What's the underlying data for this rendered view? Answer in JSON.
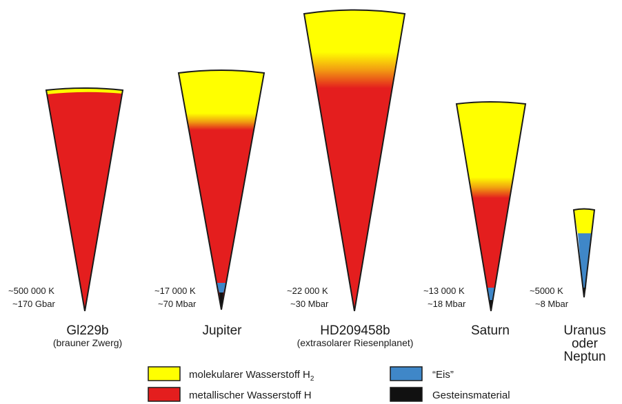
{
  "colors": {
    "molecular_h2": "#ffff00",
    "metallic_h": "#e41e1e",
    "ice": "#3f87c8",
    "rock": "#111111",
    "outline": "#1a1a1a"
  },
  "planets": [
    {
      "name": "Gl229b",
      "subtitle": "(brauner Zwerg)",
      "temperature": "~500 000 K",
      "pressure": "~170 Gbar",
      "layers": [
        "molekularer Wasserstoff",
        "metallischer Wasserstoff"
      ]
    },
    {
      "name": "Jupiter",
      "subtitle": "",
      "temperature": "~17 000 K",
      "pressure": "~70 Mbar",
      "layers": [
        "molekularer Wasserstoff",
        "metallischer Wasserstoff",
        "Eis",
        "Gesteinsmaterial"
      ]
    },
    {
      "name": "HD209458b",
      "subtitle": "(extrasolarer Riesenplanet)",
      "temperature": "~22 000 K",
      "pressure": "~30 Mbar",
      "layers": [
        "molekularer Wasserstoff",
        "metallischer Wasserstoff"
      ]
    },
    {
      "name": "Saturn",
      "subtitle": "",
      "temperature": "~13 000 K",
      "pressure": "~18 Mbar",
      "layers": [
        "molekularer Wasserstoff",
        "metallischer Wasserstoff",
        "Eis",
        "Gesteinsmaterial"
      ]
    },
    {
      "name": "Uranus",
      "name_line2": "oder",
      "name_line3": "Neptun",
      "subtitle": "",
      "temperature": "~5000 K",
      "pressure": "~8 Mbar",
      "layers": [
        "molekularer Wasserstoff",
        "Eis",
        "Gesteinsmaterial"
      ]
    }
  ],
  "legend": [
    {
      "label": "molekularer Wasserstoff H",
      "subscript": "2",
      "color": "#ffff00"
    },
    {
      "label": "metallischer Wasserstoff H",
      "subscript": "",
      "color": "#e41e1e"
    },
    {
      "label": "“Eis”",
      "subscript": "",
      "color": "#3f87c8"
    },
    {
      "label": "Gesteinsmaterial",
      "subscript": "",
      "color": "#111111"
    }
  ]
}
